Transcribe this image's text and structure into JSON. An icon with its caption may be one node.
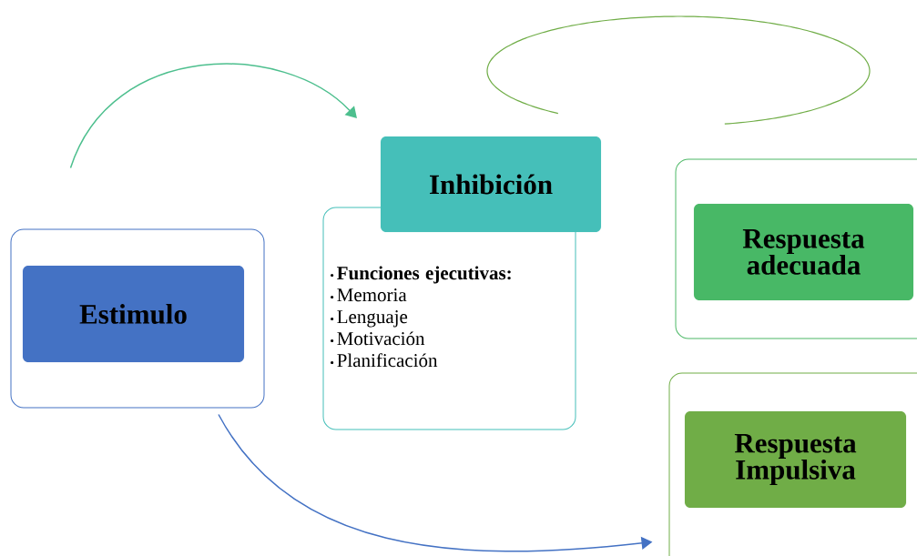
{
  "diagram": {
    "nodes": [
      {
        "text": [],
        "shape": "box"
      },
      {
        "text": [
          "Estimulo"
        ],
        "in": 0
      },
      {
        "text": [
          "Inhibición"
        ]
      },
      {
        "text": [
          "Funciones ejecutivas:",
          "Memoria",
          "Lenguaje",
          "Motivación",
          "Planificación"
        ]
      },
      {
        "text": [],
        "shape": "box"
      },
      {
        "text": [
          "Respuesta adecuada"
        ],
        "in": 4
      },
      {
        "text": [],
        "shape": "box"
      },
      {
        "text": [
          "Respuesta Impulsiva"
        ],
        "in": 6
      }
    ],
    "edges": [
      {
        "from": 0,
        "to": 2,
        "arrow": "to",
        "color": "#4dbf8e"
      },
      {
        "from": 0,
        "to": 6,
        "arrow": "to",
        "color": "#4472c4"
      }
    ]
  }
}
